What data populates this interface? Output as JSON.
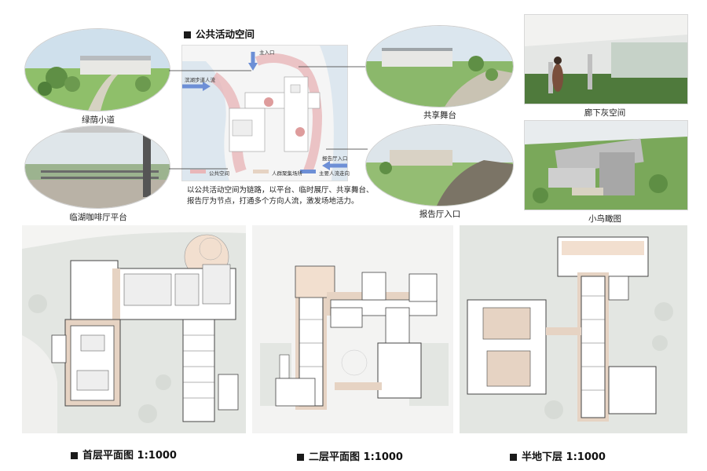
{
  "section": {
    "title": "公共活动空间",
    "description_line1": "以公共活动空间为链路，以平台、临时展厅、共享舞台、",
    "description_line2": "报告厅为节点，打通多个方向人流，激发场地活力。"
  },
  "site_map": {
    "label_main_entrance": "主入口",
    "label_lakeside": "滨湖步道人流",
    "label_auditorium_entrance": "报告厅入口",
    "legend": [
      "公共空间",
      "人群聚集场所",
      "主要人流走向"
    ]
  },
  "photos": {
    "green_path": "绿荫小道",
    "lakeside_cafe": "临湖咖啡厅平台",
    "shared_stage": "共享舞台",
    "auditorium_entrance": "报告厅入口",
    "corridor": "廊下灰空间",
    "birdseye": "小鸟瞰图"
  },
  "plans": {
    "ground": "首层平面图 1:1000",
    "second": "二层平面图 1:1000",
    "semi_basement": "半地下层 1:1000"
  },
  "colors": {
    "public_space": "#e9b7b9",
    "circulation": "#e6d3c3",
    "flow_arrow": "#6d8fd6",
    "site_green": "#e3e6e2"
  }
}
